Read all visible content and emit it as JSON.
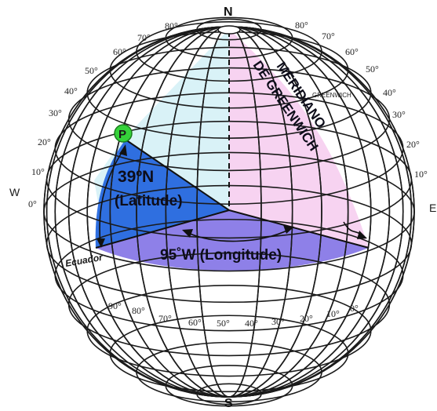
{
  "diagram": {
    "poles": {
      "north": "N",
      "south": "S"
    },
    "side_labels": {
      "west": "W",
      "east": "E"
    },
    "point_label": "P",
    "meridian_label_line1": "MERIDIANO",
    "meridian_label_line2": "DE GREENWICH",
    "greenwich_small": "GREENWICH",
    "latitude_value": "39ºN",
    "latitude_caption": "(Latitude)",
    "longitude_text": "95˚W (Longitude)",
    "equator_label": "Ecuador",
    "left_degrees": [
      "80°",
      "70°",
      "60°",
      "50°",
      "40°",
      "30°",
      "20°",
      "10°",
      "0°"
    ],
    "right_degrees": [
      "80°",
      "70°",
      "60°",
      "50°",
      "40°",
      "30°",
      "20°",
      "10°"
    ],
    "bottom_degrees": [
      "90°",
      "80°",
      "70°",
      "60°",
      "50°",
      "40°",
      "30°",
      "20°",
      "10°",
      "0°"
    ],
    "colors": {
      "latitude_sector": "#2f6fe0",
      "longitude_sector": "#8e80e8",
      "upper_sector": "#d9f2f7",
      "meridian_sector": "#f7d3f1",
      "point": "#35d23a"
    }
  }
}
